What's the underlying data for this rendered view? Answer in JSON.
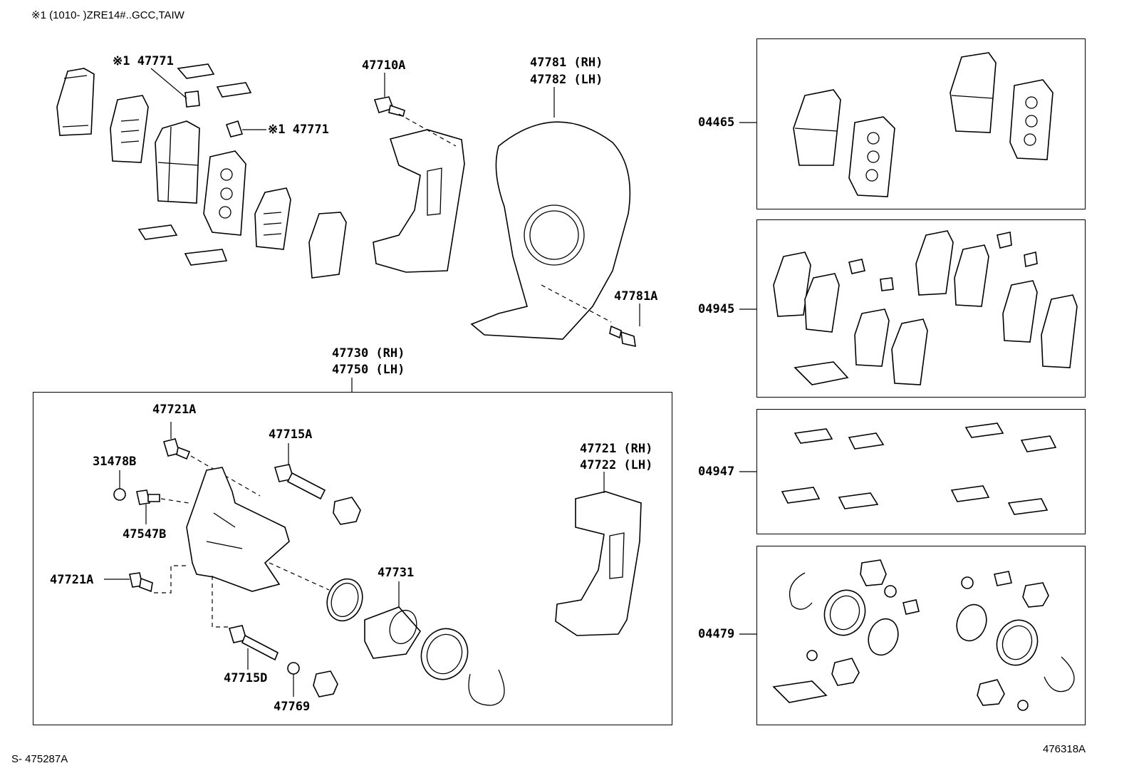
{
  "header": {
    "note": "※1 (1010-      )ZRE14#..GCC,TAIW"
  },
  "footer": {
    "left_code": "S- 475287A",
    "right_code": "476318A"
  },
  "callouts": {
    "p47771_top": "※1 47771",
    "p47771_clip": "※1 47771",
    "p47710A": "47710A",
    "p47781_rh": "47781 (RH)",
    "p47782_lh": "47782 (LH)",
    "p47781A": "47781A",
    "p47730_rh": "47730 (RH)",
    "p47750_lh": "47750 (LH)",
    "p47721A_top": "47721A",
    "p47715A": "47715A",
    "p31478B": "31478B",
    "p47547B": "47547B",
    "p47721A_left": "47721A",
    "p47731": "47731",
    "p47715D": "47715D",
    "p47769": "47769",
    "p47721_rh": "47721 (RH)",
    "p47722_lh": "47722 (LH)"
  },
  "kits": [
    {
      "code": "04465"
    },
    {
      "code": "04945"
    },
    {
      "code": "04947"
    },
    {
      "code": "04479"
    }
  ]
}
